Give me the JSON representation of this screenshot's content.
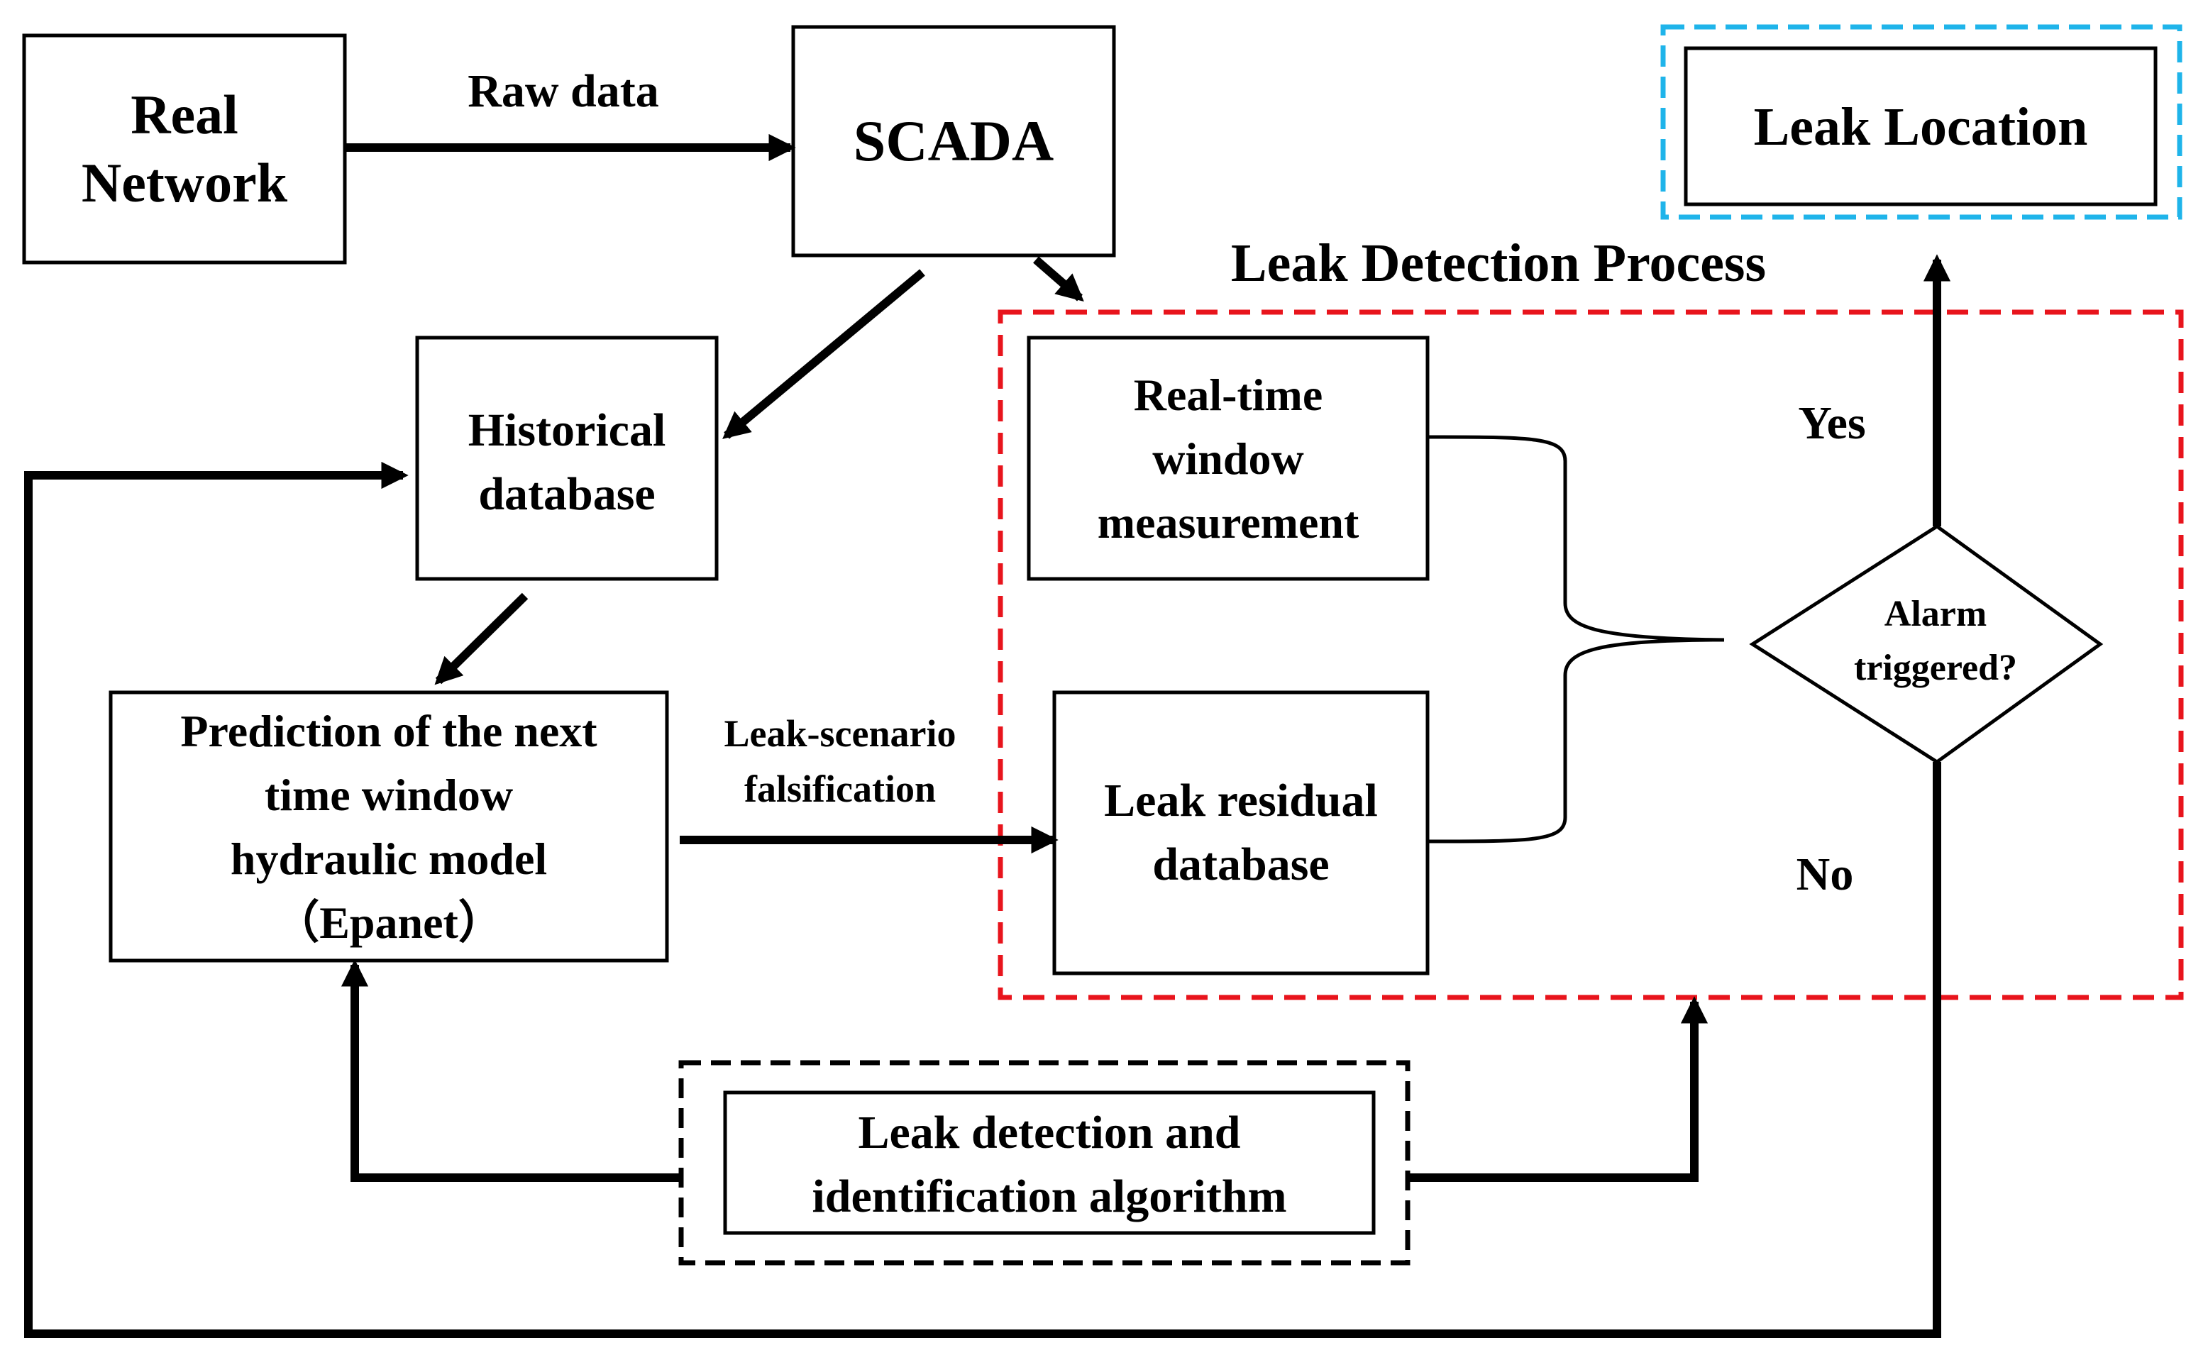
{
  "nodes": {
    "real_network": {
      "lines": [
        "Real",
        "Network"
      ]
    },
    "scada": {
      "lines": [
        "SCADA"
      ]
    },
    "leak_location": {
      "lines": [
        "Leak Location"
      ]
    },
    "historical_db": {
      "lines": [
        "Historical",
        "database"
      ]
    },
    "prediction": {
      "lines": [
        "Prediction of the next",
        "time window",
        "hydraulic model",
        "（Epanet）"
      ]
    },
    "realtime": {
      "lines": [
        "Real-time",
        "window",
        "measurement"
      ]
    },
    "residual": {
      "lines": [
        "Leak residual",
        "database"
      ]
    },
    "algorithm": {
      "lines": [
        "Leak detection and",
        "identification algorithm"
      ]
    },
    "alarm": {
      "lines": [
        "Alarm",
        "triggered?"
      ]
    }
  },
  "labels": {
    "raw_data": "Raw data",
    "process_title": "Leak Detection Process",
    "leak_scenario": [
      "Leak-scenario",
      "falsification"
    ],
    "yes": "Yes",
    "no": "No"
  },
  "colors": {
    "stroke": "#000000",
    "process_border": "#e8141c",
    "location_border": "#1fb4ea",
    "algorithm_border": "#000000"
  }
}
